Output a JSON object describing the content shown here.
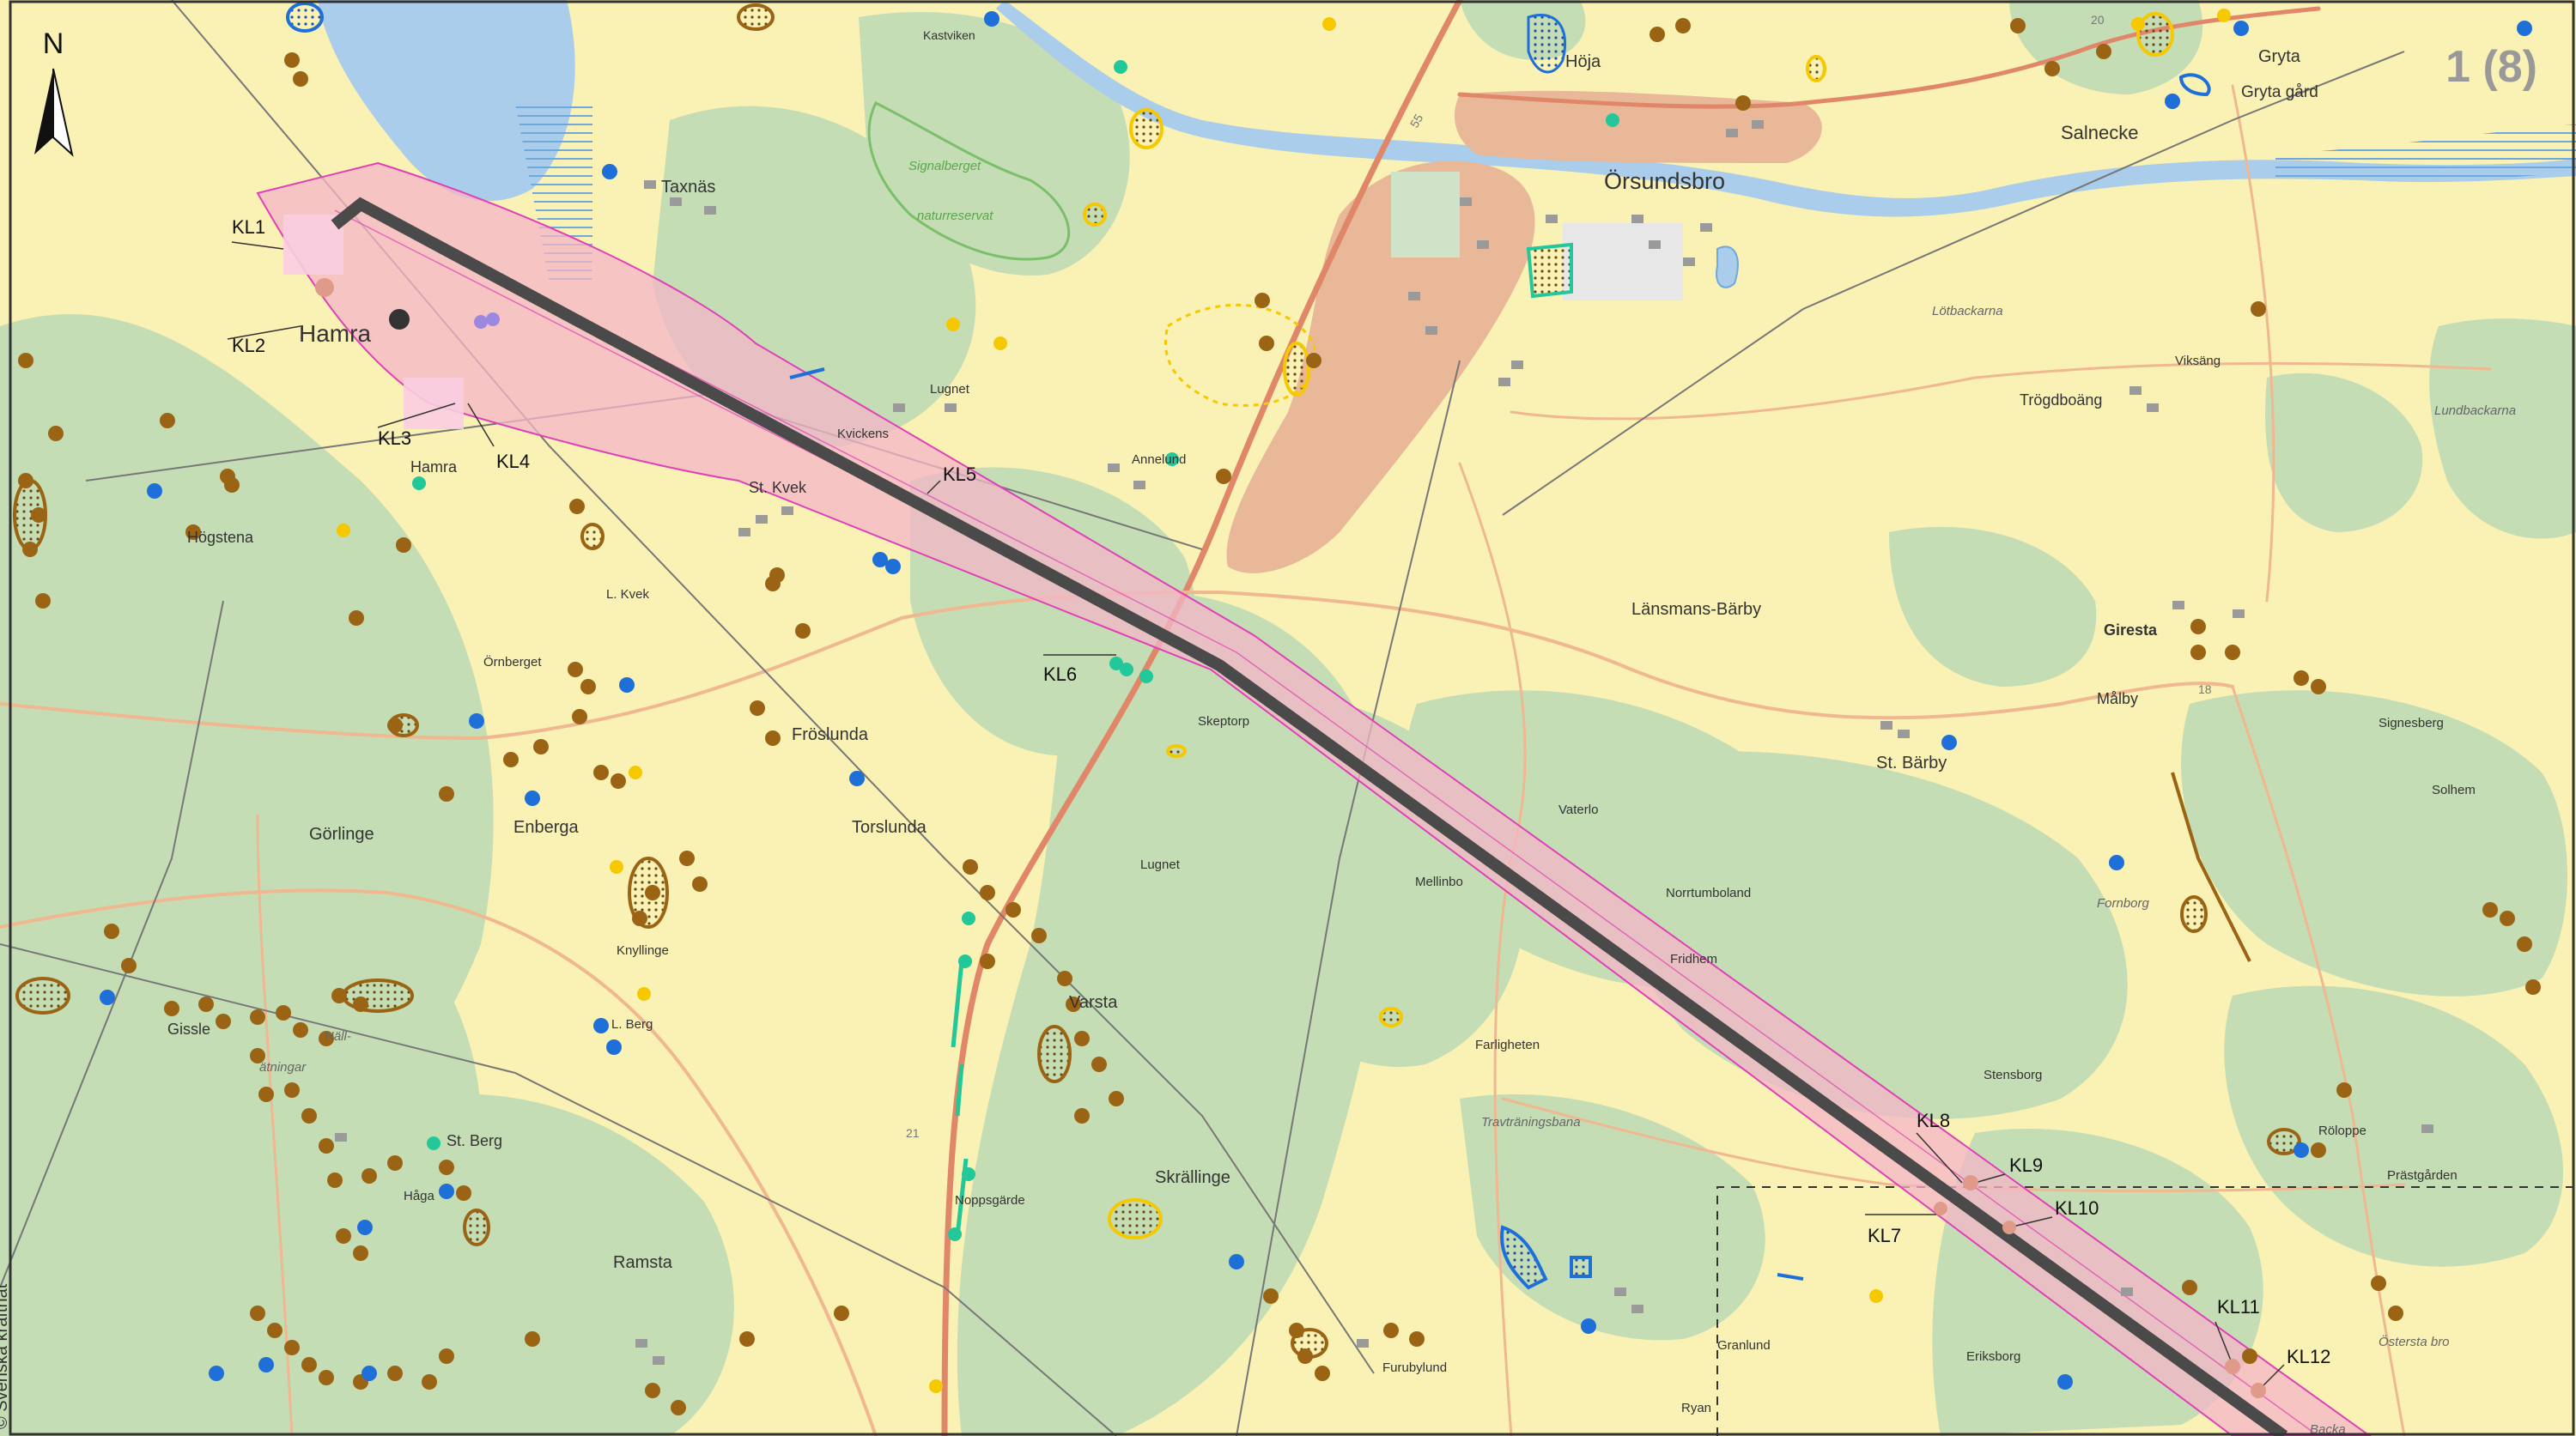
{
  "sheet": {
    "number": "1 (8)"
  },
  "north_arrow": {
    "label": "N",
    "icon": "north-arrow-icon"
  },
  "copyright": {
    "text": "© Svenska kraftnät"
  },
  "place_names": [
    {
      "id": "hamra-big",
      "text": "Hamra"
    },
    {
      "id": "orsundsbro",
      "text": "Örsundsbro"
    },
    {
      "id": "taxnas",
      "text": "Taxnäs"
    },
    {
      "id": "kastviken",
      "text": "Kastviken"
    },
    {
      "id": "hoja",
      "text": "Höja"
    },
    {
      "id": "gryta",
      "text": "Gryta"
    },
    {
      "id": "gryta-gard",
      "text": "Gryta gård"
    },
    {
      "id": "salnecke",
      "text": "Salnecke"
    },
    {
      "id": "signalberget",
      "text": "Signalberget"
    },
    {
      "id": "naturreservat",
      "text": "naturreservat"
    },
    {
      "id": "lotbackarna",
      "text": "Lötbackarna"
    },
    {
      "id": "viksang",
      "text": "Viksäng"
    },
    {
      "id": "trogdboang",
      "text": "Trögdboäng"
    },
    {
      "id": "lundbackarna",
      "text": "Lundbackarna"
    },
    {
      "id": "lugnet-n",
      "text": "Lugnet"
    },
    {
      "id": "kvickens",
      "text": "Kvickens"
    },
    {
      "id": "annelund",
      "text": "Annelund"
    },
    {
      "id": "st-kvek",
      "text": "St. Kvek"
    },
    {
      "id": "hamra-small",
      "text": "Hamra"
    },
    {
      "id": "hogstena",
      "text": "Högstena"
    },
    {
      "id": "l-kvek",
      "text": "L. Kvek"
    },
    {
      "id": "ornberget",
      "text": "Örnberget"
    },
    {
      "id": "froslunda",
      "text": "Fröslunda"
    },
    {
      "id": "torslunda",
      "text": "Torslunda"
    },
    {
      "id": "enberga",
      "text": "Enberga"
    },
    {
      "id": "gorlinge",
      "text": "Görlinge"
    },
    {
      "id": "knyllinge",
      "text": "Knyllinge"
    },
    {
      "id": "gissle",
      "text": "Gissle"
    },
    {
      "id": "hall",
      "text": "Häll-"
    },
    {
      "id": "atningar",
      "text": "ätningar"
    },
    {
      "id": "l-berg",
      "text": "L. Berg"
    },
    {
      "id": "st-berg",
      "text": "St. Berg"
    },
    {
      "id": "haga",
      "text": "Håga"
    },
    {
      "id": "ramsta",
      "text": "Ramsta"
    },
    {
      "id": "skeptorp",
      "text": "Skeptorp"
    },
    {
      "id": "lugnet-s",
      "text": "Lugnet"
    },
    {
      "id": "varsta",
      "text": "Varsta"
    },
    {
      "id": "skrallinge",
      "text": "Skrällinge"
    },
    {
      "id": "noppsgarde",
      "text": "Noppsgärde"
    },
    {
      "id": "mellinbo",
      "text": "Mellinbo"
    },
    {
      "id": "farligheten",
      "text": "Farligheten"
    },
    {
      "id": "travtraningsbana",
      "text": "Travträningsbana"
    },
    {
      "id": "furubylund",
      "text": "Furubylund"
    },
    {
      "id": "lansmans-barby",
      "text": "Länsmans-Bärby"
    },
    {
      "id": "st-barby",
      "text": "St. Bärby"
    },
    {
      "id": "vaterlo",
      "text": "Vaterlo"
    },
    {
      "id": "norrtumboland",
      "text": "Norrtumboland"
    },
    {
      "id": "fridhem",
      "text": "Fridhem"
    },
    {
      "id": "giresta",
      "text": "Giresta"
    },
    {
      "id": "malby",
      "text": "Målby"
    },
    {
      "id": "signesberg",
      "text": "Signesberg"
    },
    {
      "id": "solhem",
      "text": "Solhem"
    },
    {
      "id": "fornborg",
      "text": "Fornborg"
    },
    {
      "id": "stensborg",
      "text": "Stensborg"
    },
    {
      "id": "roloppe",
      "text": "Röloppe"
    },
    {
      "id": "prastgarden",
      "text": "Prästgården"
    },
    {
      "id": "granlund",
      "text": "Granlund"
    },
    {
      "id": "eriksborg",
      "text": "Eriksborg"
    },
    {
      "id": "ryan",
      "text": "Ryan"
    },
    {
      "id": "ostersta-bro",
      "text": "Östersta bro"
    },
    {
      "id": "backa",
      "text": "Backa"
    }
  ],
  "road_numbers": [
    "55",
    "18",
    "20",
    "21"
  ],
  "route_labels": [
    {
      "id": "kl1",
      "text": "KL1"
    },
    {
      "id": "kl2",
      "text": "KL2"
    },
    {
      "id": "kl3",
      "text": "KL3"
    },
    {
      "id": "kl4",
      "text": "KL4"
    },
    {
      "id": "kl5",
      "text": "KL5"
    },
    {
      "id": "kl6",
      "text": "KL6"
    },
    {
      "id": "kl7",
      "text": "KL7"
    },
    {
      "id": "kl8",
      "text": "KL8"
    },
    {
      "id": "kl9",
      "text": "KL9"
    },
    {
      "id": "kl10",
      "text": "KL10"
    },
    {
      "id": "kl11",
      "text": "KL11"
    },
    {
      "id": "kl12",
      "text": "KL12"
    }
  ],
  "colors": {
    "farmland": "#faf1b4",
    "forest": "#c4ddb4",
    "water": "#a9cdea",
    "corridor_fill": "#f4b6c8",
    "corridor_outline": "#e040b8",
    "line": "#4a4a4a",
    "road": "#e0876a",
    "small_road": "#f0b890",
    "ancient_site": "#9a6414",
    "blue_point": "#1f6fd8",
    "yellow_point": "#f5c800",
    "teal_point": "#22c79a",
    "urban": "#e8b898"
  }
}
